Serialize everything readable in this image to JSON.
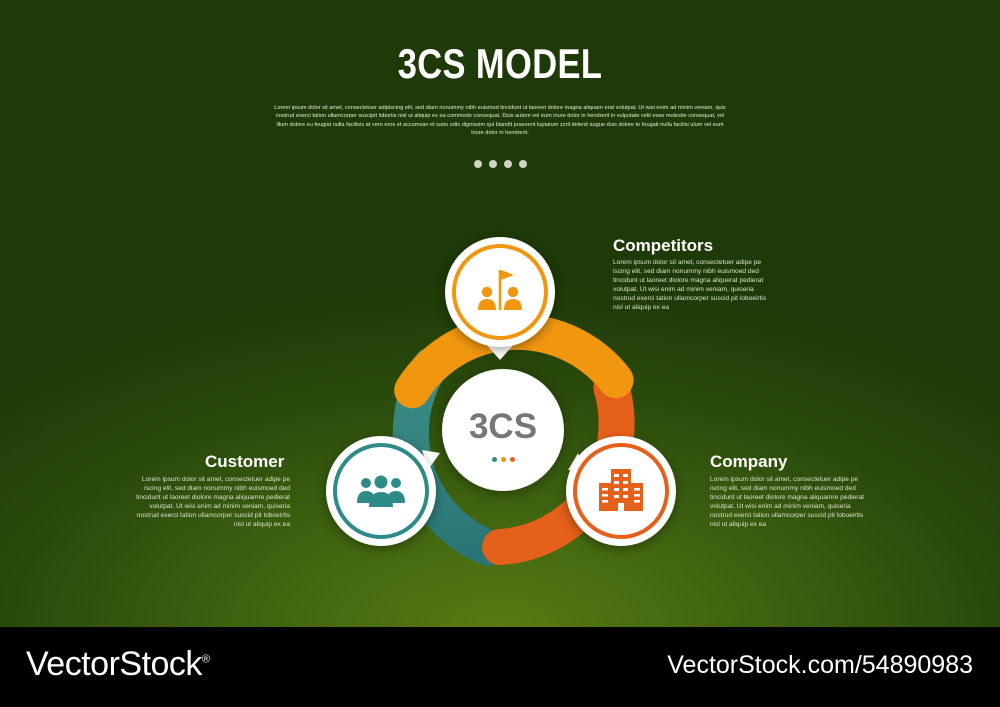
{
  "header": {
    "title": "3CS MODEL",
    "body": "Lorem ipsum dolor sit amet, consectetuer adipiscing elit, sed diam nonummy nibh euismod tincidunt ut laoreet dolore magna aliquam erat volutpat. Ut wisi enim ad minim veniam, quis nostrud exerci tation ullamcorper suscipit lobortis nisl ut aliquip ex ea commodo consequat. Duis autem vel eum iriure dolor in hendrerit in vulputate velit esse molestie consequat, vel illum dolore eu feugiat nulla facilisis at vero eros et accumsan et iusto odio dignissim qui blandit praesent luptatum zzril delenit augue duis dolore te feugait nulla facilisi ulum vel eum iriure dolor in hendrerit."
  },
  "center": {
    "label": "3CS"
  },
  "items": [
    {
      "name": "Competitors",
      "icon": "team-flag-icon",
      "color": "#f0960f",
      "text": "Lorem ipsum dolor sit amet, consectetuer adipe pe iscing elit, sed diam nonummy nibh euismoed ded tincidunt ut laoreet diolore magna aliquerat pedierat volutpat. Ut wisi enim ad minim veniam, quiseria nostrud exerci tation ullamcorper suscid pit loboeirtis nisl ut aliquip ex ea"
    },
    {
      "name": "Customer",
      "icon": "group-users-icon",
      "color": "#2f8a8a",
      "text": "Lorem ipsum dolor sit amet, consectetuer adipe pe iscing elit, sed diam nonummy nibh euismoed ded tincidunt ut laoreet diolore magna aliquamre pedierat volutpat. Ut wisi enim ad minim veniam, quiseria nostrud exerci tation ullamcorper suscid pit loboeirtis nisl ut aliquip ex ea"
    },
    {
      "name": "Company",
      "icon": "building-icon",
      "color": "#e5601a",
      "text": "Lorem ipsum dolor sit amet, consectetuer adipe pe iscing elit, sed diam nonummy nibh euismoed ded tincidunt ut laoreet diolore magna aliquamre pedierat volutpat. Ut wisi enim ad minim veniam, quiseria nostrud exerci tation ullamcorper suscid pit loboeirtis nisl ut aliquip ex ea"
    }
  ],
  "footer": {
    "brand": "VectorStock",
    "trademark": "®",
    "url": "VectorStock.com/54890983"
  }
}
